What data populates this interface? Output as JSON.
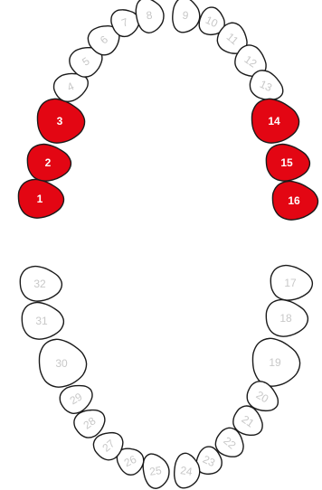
{
  "chart_colors": {
    "selected_fill": "#e30613",
    "normal_fill": "#ffffff",
    "outline": "#1a1a1a",
    "normal_label": "#c8c8c8",
    "selected_label": "#ffffff"
  },
  "upper_arch": {
    "teeth": [
      {
        "number": "1",
        "selected": true
      },
      {
        "number": "2",
        "selected": true
      },
      {
        "number": "3",
        "selected": true
      },
      {
        "number": "4",
        "selected": false
      },
      {
        "number": "5",
        "selected": false
      },
      {
        "number": "6",
        "selected": false
      },
      {
        "number": "7",
        "selected": false
      },
      {
        "number": "8",
        "selected": false
      },
      {
        "number": "9",
        "selected": false
      },
      {
        "number": "10",
        "selected": false
      },
      {
        "number": "11",
        "selected": false
      },
      {
        "number": "12",
        "selected": false
      },
      {
        "number": "13",
        "selected": false
      },
      {
        "number": "14",
        "selected": true
      },
      {
        "number": "15",
        "selected": true
      },
      {
        "number": "16",
        "selected": true
      }
    ]
  },
  "lower_arch": {
    "teeth": [
      {
        "number": "17",
        "selected": false
      },
      {
        "number": "18",
        "selected": false
      },
      {
        "number": "19",
        "selected": false
      },
      {
        "number": "20",
        "selected": false
      },
      {
        "number": "21",
        "selected": false
      },
      {
        "number": "22",
        "selected": false
      },
      {
        "number": "23",
        "selected": false
      },
      {
        "number": "24",
        "selected": false
      },
      {
        "number": "25",
        "selected": false
      },
      {
        "number": "26",
        "selected": false
      },
      {
        "number": "27",
        "selected": false
      },
      {
        "number": "28",
        "selected": false
      },
      {
        "number": "29",
        "selected": false
      },
      {
        "number": "30",
        "selected": false
      },
      {
        "number": "31",
        "selected": false
      },
      {
        "number": "32",
        "selected": false
      }
    ]
  }
}
